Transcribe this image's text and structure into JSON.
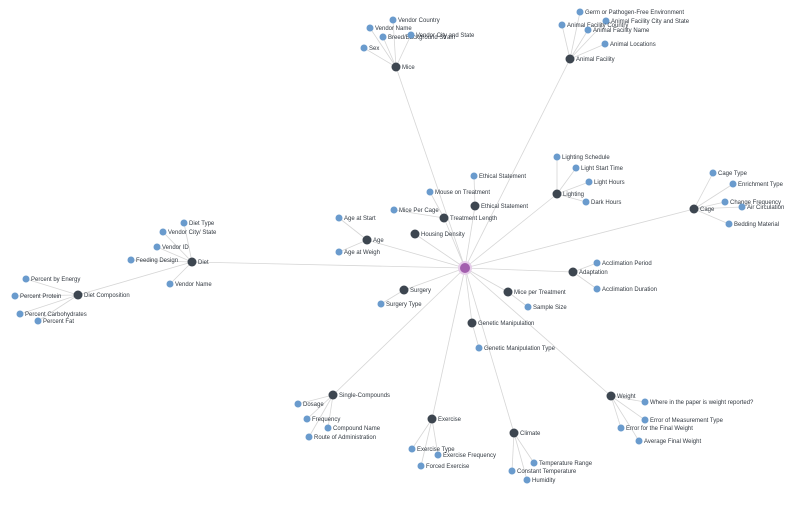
{
  "root": {
    "label": ""
  },
  "nodes": {
    "mice": "Mice",
    "vendor_country": "Vendor Country",
    "mice_vendor_name": "Vendor Name",
    "breed_background_strain": "Breed/Background Strain",
    "mice_vendor_city_state": "Vendor City and State",
    "sex": "Sex",
    "animal_facility": "Animal Facility",
    "germ_free": "Germ or Pathogen-Free Environment",
    "animal_facility_city_state": "Animal Facility City and State",
    "animal_facility_country": "Animal Facility Country",
    "animal_facility_name": "Animal Facility Name",
    "animal_locations": "Animal Locations",
    "lighting": "Lighting",
    "lighting_schedule": "Lighting Schedule",
    "light_start_time": "Light Start Time",
    "light_hours": "Light Hours",
    "dark_hours": "Dark Hours",
    "cage": "Cage",
    "cage_type": "Cage Type",
    "enrichment_type": "Enrichment Type",
    "change_frequency": "Change Frequency",
    "air_circulation": "Air Circulation",
    "bedding_material": "Bedding Material",
    "ethical_statement_leaf": "Ethical Statement",
    "ethical_statement_hub": "Ethical Statement",
    "mouse_treatment": "Mouse on Treatment",
    "treatment_length": "Treatment Length",
    "mice_per_cage": "Mice Per Cage",
    "age_at_start": "Age at Start",
    "age": "Age",
    "age_at_weigh": "Age at Weigh",
    "housing_density": "Housing Density",
    "diet": "Diet",
    "diet_type": "Diet Type",
    "diet_vendor_city_state": "Vendor City/ State",
    "vendor_id": "Vendor ID",
    "feeding_design": "Feeding Design",
    "diet_vendor_name": "Vendor Name",
    "diet_composition": "Diet Composition",
    "percent_energy": "Percent by Energy",
    "percent_protein": "Percent Protein",
    "percent_carbs": "Percent Carbohydrates",
    "percent_fat": "Percent Fat",
    "adaptation": "Adaptation",
    "acclimation_period": "Acclimation Period",
    "acclimation_duration": "Acclimation Duration",
    "surgery": "Surgery",
    "surgery_type": "Surgery Type",
    "mice_per_treatment": "Mice per Treatment",
    "sample_size": "Sample Size",
    "genetic_manipulation": "Genetic Manipulation",
    "genetic_manipulation_type": "Genetic Manipulation Type",
    "single_compounds": "Single-Compounds",
    "dosage": "Dosage",
    "frequency": "Frequency",
    "compound_name": "Compound Name",
    "route_admin": "Route of Administration",
    "exercise": "Exercise",
    "exercise_type": "Exercise Type",
    "exercise_frequency": "Exercise Frequency",
    "forced_exercise": "Forced Exercise",
    "climate": "Climate",
    "temperature_range": "Temperature Range",
    "constant_temperature": "Constant Temperature",
    "humidity": "Humidity",
    "weight": "Weight",
    "weight_reported": "Where in the paper is weight reported?",
    "error_measurement_type": "Error of Measurement Type",
    "error_final_weight": "Error for the Final Weight",
    "average_final_weight": "Average Final Weight"
  },
  "colors": {
    "root": "#a35fae",
    "hub": "#3d4650",
    "leaf": "#6a9bcd",
    "edge": "#d6d6d6"
  }
}
